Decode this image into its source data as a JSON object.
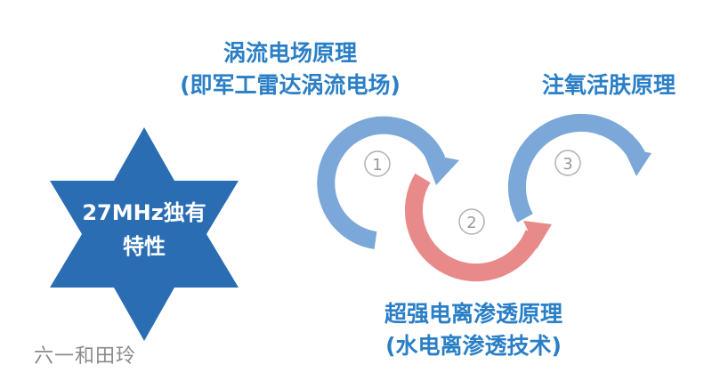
{
  "star": {
    "line1": "27MHz独有",
    "line2": "特性",
    "color": "#2b6db3"
  },
  "steps": [
    {
      "number": "1",
      "title": "涡流电场原理",
      "subtitle": "(即军工雷达涡流电场)",
      "color": "#7ba8d8"
    },
    {
      "number": "2",
      "title": "超强电离渗透原理",
      "subtitle": "(水电离渗透技术)",
      "color": "#e88a8a"
    },
    {
      "number": "3",
      "title": "注氧活肤原理",
      "subtitle": "",
      "color": "#7ba8d8"
    }
  ],
  "watermark": "六一和田玲",
  "colors": {
    "label": "#2a7fc6",
    "step_number": "#b0b0b0"
  }
}
